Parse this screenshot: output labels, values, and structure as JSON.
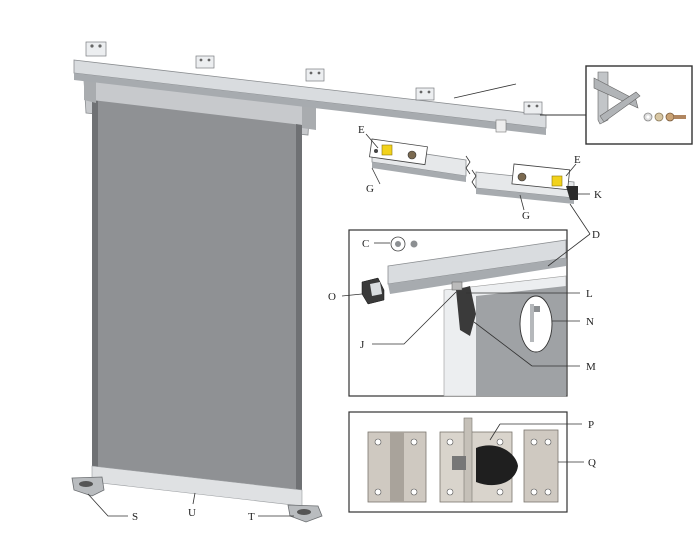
{
  "callouts": [
    {
      "id": "C",
      "text": "C"
    },
    {
      "id": "D",
      "text": "D"
    },
    {
      "id": "E1",
      "text": "E"
    },
    {
      "id": "E2",
      "text": "E"
    },
    {
      "id": "G1",
      "text": "G"
    },
    {
      "id": "G2",
      "text": "G"
    },
    {
      "id": "J",
      "text": "J"
    },
    {
      "id": "K",
      "text": "K"
    },
    {
      "id": "L",
      "text": "L"
    },
    {
      "id": "M",
      "text": "M"
    },
    {
      "id": "N",
      "text": "N"
    },
    {
      "id": "O",
      "text": "O"
    },
    {
      "id": "P",
      "text": "P"
    },
    {
      "id": "Q",
      "text": "Q"
    },
    {
      "id": "S",
      "text": "S"
    },
    {
      "id": "T",
      "text": "T"
    },
    {
      "id": "U",
      "text": "U"
    }
  ],
  "colors": {
    "door_panel": "#8f9194",
    "door_edge": "#6f7174",
    "rail": "#d9dcdf",
    "rail_shadow": "#a7abaf",
    "frame_line": "#555555",
    "yellow_pad": "#f2d21b",
    "dark_part": "#2b2b2b",
    "plate": "#c9c4bd"
  }
}
